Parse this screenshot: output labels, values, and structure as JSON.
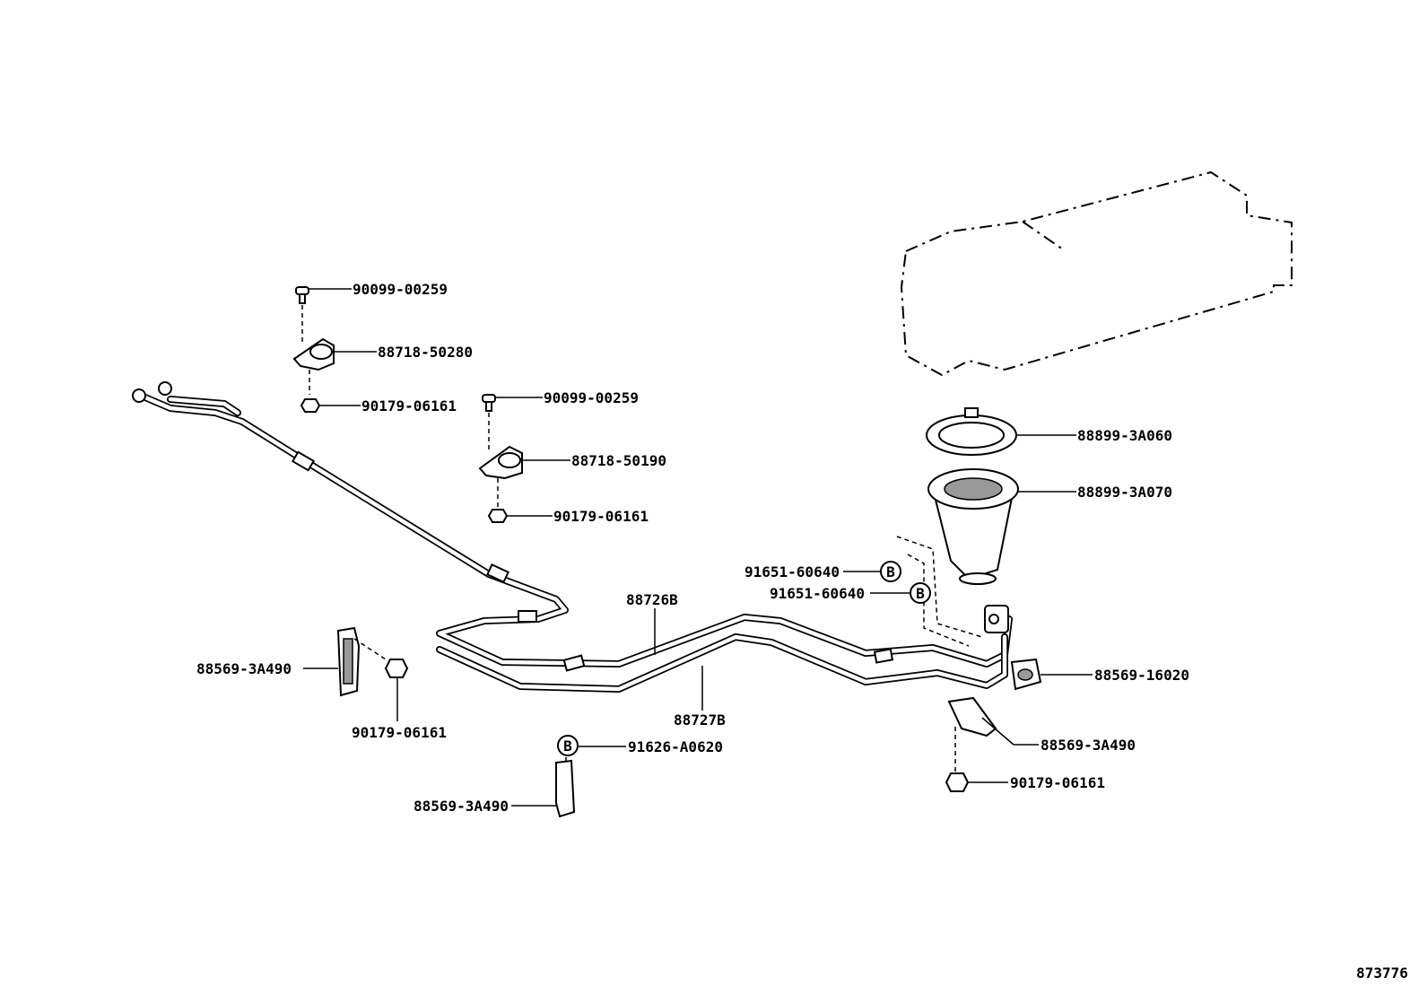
{
  "diagram_id": "873776",
  "callouts": [
    {
      "id": "c1",
      "text": "90099-00259"
    },
    {
      "id": "c2",
      "text": "88718-50280"
    },
    {
      "id": "c3",
      "text": "90179-06161"
    },
    {
      "id": "c4",
      "text": "90099-00259"
    },
    {
      "id": "c5",
      "text": "88718-50190"
    },
    {
      "id": "c6",
      "text": "90179-06161"
    },
    {
      "id": "c7",
      "text": "88899-3A060"
    },
    {
      "id": "c8",
      "text": "88899-3A070"
    },
    {
      "id": "c9",
      "text": "91651-60640"
    },
    {
      "id": "c10",
      "text": "91651-60640"
    },
    {
      "id": "c11",
      "text": "88726B"
    },
    {
      "id": "c12",
      "text": "88727B"
    },
    {
      "id": "c13",
      "text": "88569-3A490"
    },
    {
      "id": "c14",
      "text": "90179-06161"
    },
    {
      "id": "c15",
      "text": "91626-A0620"
    },
    {
      "id": "c16",
      "text": "88569-3A490"
    },
    {
      "id": "c17",
      "text": "88569-16020"
    },
    {
      "id": "c18",
      "text": "88569-3A490"
    },
    {
      "id": "c19",
      "text": "90179-06161"
    }
  ],
  "markers": {
    "b1": "B",
    "b2": "B",
    "b3": "B"
  }
}
